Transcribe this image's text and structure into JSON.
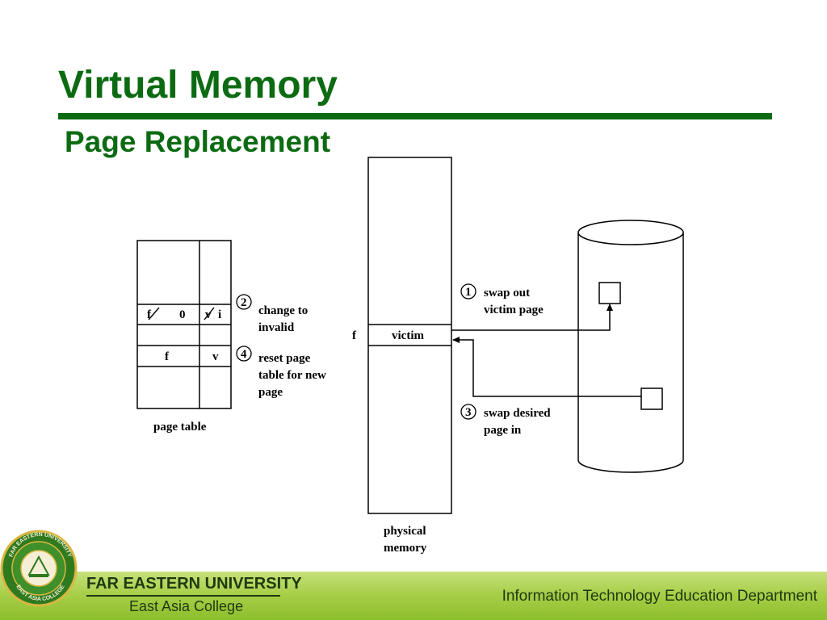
{
  "slide": {
    "title": "Virtual Memory",
    "subtitle": "Page Replacement"
  },
  "diagram": {
    "page_table": {
      "caption": "page table",
      "row_victim": {
        "frame": "f",
        "frame_new": "0",
        "bit_old": "v",
        "bit_new": "i"
      },
      "row_desired": {
        "frame": "f",
        "bit": "v"
      }
    },
    "physical_memory": {
      "caption_line1": "physical",
      "caption_line2": "memory",
      "frame_label": "f",
      "victim_label": "victim"
    },
    "steps": [
      {
        "number": "1",
        "line1": "swap out",
        "line2": "victim page",
        "line3": ""
      },
      {
        "number": "2",
        "line1": "change to",
        "line2": "invalid",
        "line3": ""
      },
      {
        "number": "3",
        "line1": "swap desired",
        "line2": "page in",
        "line3": ""
      },
      {
        "number": "4",
        "line1": "reset page",
        "line2": "table for new",
        "line3": "page"
      }
    ]
  },
  "footer": {
    "university": "FAR EASTERN UNIVERSITY",
    "college": "East Asia College",
    "department": "Information Technology Education Department",
    "seal_text_top": "FAR EASTERN UNIVERSITY",
    "seal_text_bottom": "EAST ASIA COLLEGE"
  },
  "colors": {
    "title_green": "#0c6b12",
    "footer_green": "#a9cf4a",
    "seal_green": "#2f7a1f",
    "seal_gold": "#d9b640"
  }
}
